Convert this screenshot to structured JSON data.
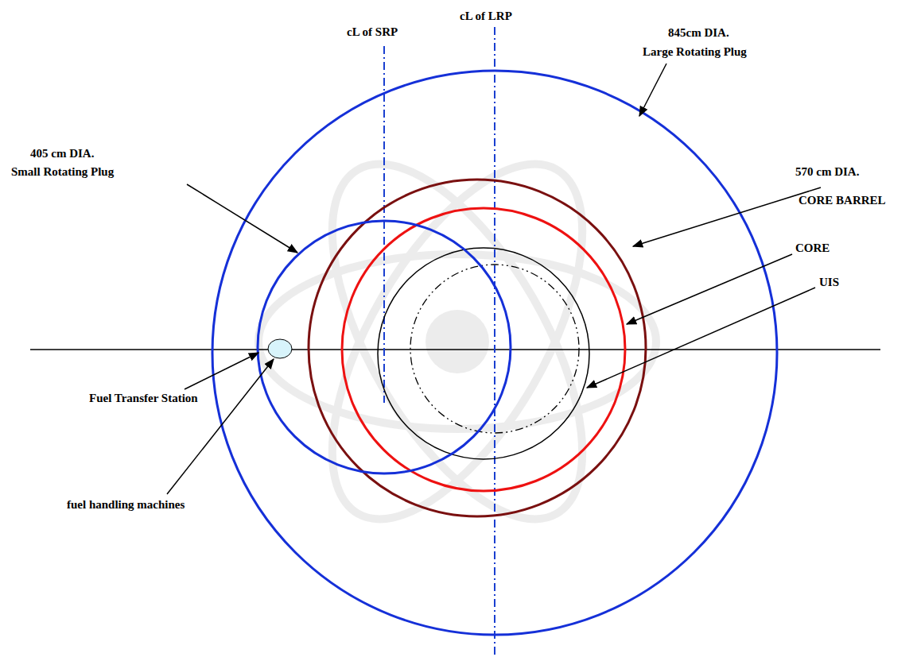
{
  "diagram": {
    "labels": [
      "cL of SRP",
      "cL of LRP",
      "845cm DIA.",
      "Large Rotating Plug",
      "405 cm DIA.",
      "Small Rotating Plug",
      "570 cm DIA.",
      "CORE BARREL",
      "CORE",
      "UIS",
      "Fuel Transfer Station",
      "fuel handling machines"
    ]
  }
}
